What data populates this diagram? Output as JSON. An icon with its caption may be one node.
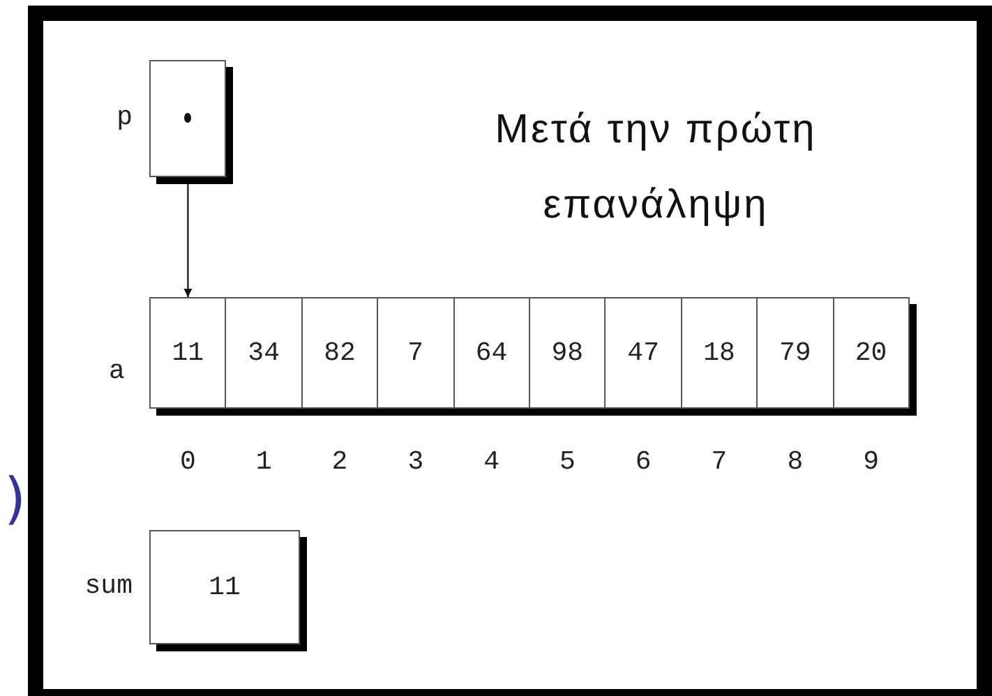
{
  "diagram": {
    "title": "Μετά την πρώτη επανάληψη",
    "nodes": [
      {
        "text": [],
        "shape": "box",
        "beside": [
          "p"
        ]
      },
      {
        "text": [
          "11"
        ]
      },
      {
        "text": [
          "34"
        ]
      },
      {
        "text": [
          "82"
        ]
      },
      {
        "text": [
          "7"
        ]
      },
      {
        "text": [
          "64"
        ]
      },
      {
        "text": [
          "98"
        ]
      },
      {
        "text": [
          "47"
        ]
      },
      {
        "text": [
          "18"
        ]
      },
      {
        "text": [
          "79"
        ]
      },
      {
        "text": [
          "20"
        ]
      },
      {
        "text": [
          "11"
        ],
        "beside": [
          "sum"
        ]
      }
    ],
    "edges": [
      {
        "from": 0,
        "to": 1,
        "arrow": "to"
      }
    ],
    "labels": [
      "a",
      "0",
      "1",
      "2",
      "3",
      "4",
      "5",
      "6",
      "7",
      "8",
      "9",
      ")"
    ]
  }
}
